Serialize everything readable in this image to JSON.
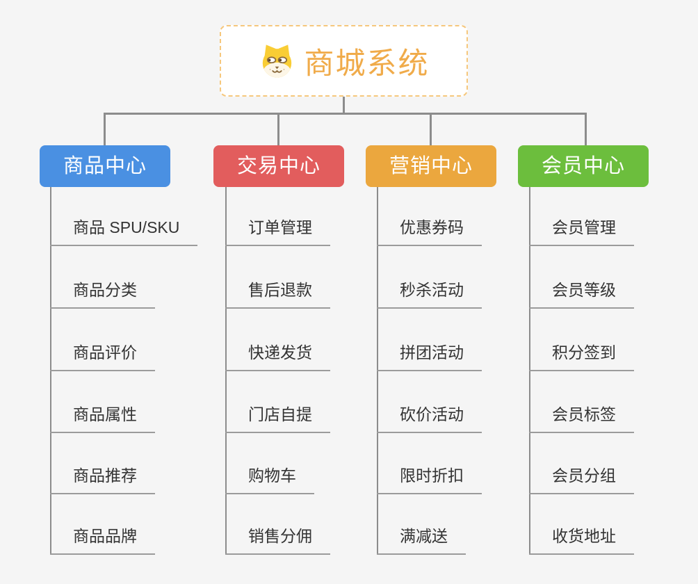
{
  "page": {
    "background": "#f5f5f5"
  },
  "root": {
    "title": "商城系统",
    "icon": "dog-face-icon",
    "title_color": "#f0ab4a",
    "border_color": "#f6c77c"
  },
  "connectors": {
    "line_color": "#8c8c8c",
    "underline_color": "#9b9b9b"
  },
  "branches": [
    {
      "label": "商品中心",
      "color": "#4a90e2",
      "children": [
        "商品 SPU/SKU",
        "商品分类",
        "商品评价",
        "商品属性",
        "商品推荐",
        "商品品牌"
      ]
    },
    {
      "label": "交易中心",
      "color": "#e25d5d",
      "children": [
        "订单管理",
        "售后退款",
        "快递发货",
        "门店自提",
        "购物车",
        "销售分佣"
      ]
    },
    {
      "label": "营销中心",
      "color": "#eba73e",
      "children": [
        "优惠券码",
        "秒杀活动",
        "拼团活动",
        "砍价活动",
        "限时折扣",
        "满减送"
      ]
    },
    {
      "label": "会员中心",
      "color": "#6cbe3d",
      "children": [
        "会员管理",
        "会员等级",
        "积分签到",
        "会员标签",
        "会员分组",
        "收货地址"
      ]
    }
  ]
}
